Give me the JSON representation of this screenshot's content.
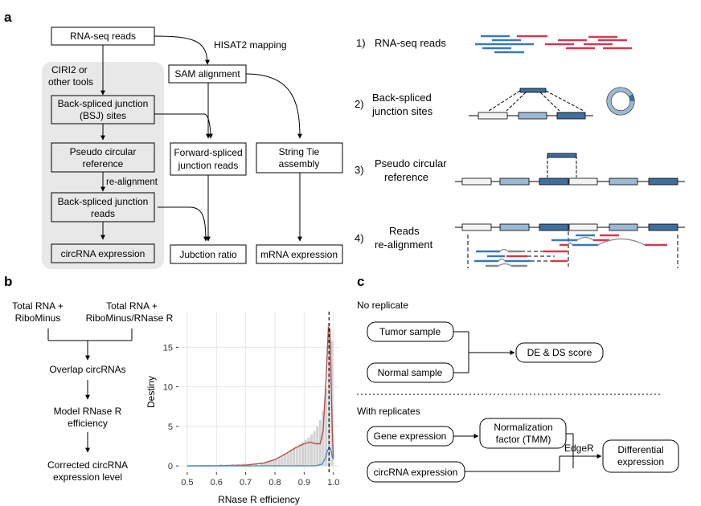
{
  "panel_a": {
    "label": "a",
    "flow": {
      "rnaseq_reads": "RNA-seq reads",
      "hisat2_mapping": "HISAT2 mapping",
      "ciri2_line1": "CIRI2 or",
      "ciri2_line2": "other tools",
      "sam_alignment": "SAM alignment",
      "bsj_line1": "Back-spliced junction",
      "bsj_line2": "(BSJ) sites",
      "pseudo_line1": "Pseudo circular",
      "pseudo_line2": "reference",
      "forward_line1": "Forward-spliced",
      "forward_line2": "junction reads",
      "stringtie_line1": "String Tie",
      "stringtie_line2": "assembly",
      "realignment": "re-alignment",
      "bsj_reads_line1": "Back-spliced junction",
      "bsj_reads_line2": "reads",
      "circrna_expression": "circRNA expression",
      "junction_ratio": "Jubction ratio",
      "mrna_expression": "mRNA expression"
    },
    "steps": {
      "s1_num": "1)",
      "s1_label": "RNA-seq reads",
      "s2_num": "2)",
      "s2_label1": "Back-spliced",
      "s2_label2": "junction sites",
      "s3_num": "3)",
      "s3_label1": "Pseudo circular",
      "s3_label2": "reference",
      "s4_num": "4)",
      "s4_label1": "Reads",
      "s4_label2": "re-alignment"
    },
    "colors": {
      "blue": "#3a78b8",
      "red": "#d03a55",
      "exon_light": "#f2f2f2",
      "exon_mid": "#9bb9d3",
      "exon_dark": "#3f6f9c",
      "grey_box": "#e8e8e8"
    }
  },
  "panel_b": {
    "label": "b",
    "flow": {
      "total1_line1": "Total RNA +",
      "total1_line2": "RiboMinus",
      "total2_line1": "Total RNA +",
      "total2_line2": "RiboMinus/RNase R",
      "overlap": "Overlap circRNAs",
      "model_line1": "Model RNase R",
      "model_line2": "efficiency",
      "corrected_line1": "Corrected circRNA",
      "corrected_line2": "expression level"
    }
  },
  "chart_data": {
    "type": "bar",
    "xlabel": "RNase R efficiency",
    "ylabel": "Destiny",
    "xlim": [
      0.47,
      1.02
    ],
    "ylim": [
      -0.8,
      19.5
    ],
    "xticks": [
      "0.5",
      "0.6",
      "0.7",
      "0.8",
      "0.9",
      "1.0"
    ],
    "yticks": [
      "0",
      "5",
      "10",
      "15"
    ],
    "grid": true,
    "bins": {
      "x": [
        0.555,
        0.575,
        0.595,
        0.615,
        0.635,
        0.655,
        0.675,
        0.695,
        0.715,
        0.735,
        0.755,
        0.765,
        0.775,
        0.785,
        0.795,
        0.805,
        0.815,
        0.825,
        0.835,
        0.845,
        0.855,
        0.865,
        0.875,
        0.885,
        0.895,
        0.905,
        0.915,
        0.925,
        0.935,
        0.945,
        0.955,
        0.965,
        0.975,
        0.985,
        0.995
      ],
      "values": [
        0.1,
        0.15,
        0.1,
        0.2,
        0.15,
        0.25,
        0.2,
        0.3,
        0.25,
        0.35,
        0.4,
        0.45,
        0.5,
        0.6,
        0.7,
        0.8,
        1.0,
        1.2,
        1.4,
        1.6,
        1.9,
        2.2,
        2.4,
        2.8,
        3.0,
        3.3,
        3.6,
        4.0,
        4.4,
        5.0,
        5.8,
        7.0,
        9.8,
        18.0,
        15.8
      ]
    },
    "series": [
      {
        "name": "",
        "color": "#b05050",
        "x": [
          0.5,
          0.6,
          0.7,
          0.76,
          0.8,
          0.84,
          0.87,
          0.9,
          0.92,
          0.94,
          0.955,
          0.965,
          0.975,
          0.983,
          0.988,
          0.992,
          0.996,
          1.0
        ],
        "y": [
          0.0,
          0.02,
          0.1,
          0.35,
          0.8,
          1.6,
          2.3,
          2.8,
          3.0,
          2.8,
          2.8,
          4.5,
          11.0,
          17.5,
          17.3,
          11.0,
          4.5,
          1.0
        ]
      },
      {
        "name": "",
        "color": "#4a8fcf",
        "x": [
          0.5,
          0.94,
          0.96,
          0.972,
          0.98,
          0.986,
          0.99,
          0.996,
          1.0
        ],
        "y": [
          0.0,
          0.02,
          0.2,
          0.9,
          2.0,
          2.3,
          2.2,
          1.2,
          0.8
        ]
      }
    ],
    "vline_x": 0.985
  },
  "panel_c": {
    "label": "c",
    "no_replicate": "No replicate",
    "tumor_sample": "Tumor sample",
    "normal_sample": "Normal sample",
    "de_ds_score": "DE & DS score",
    "with_replicates": "With replicates",
    "gene_expression": "Gene expression",
    "norm_line1": "Normalization",
    "norm_line2": "factor (TMM)",
    "edger": "EdgeR",
    "diff_line1": "Differential",
    "diff_line2": "expression",
    "circrna_expression": "circRNA expression"
  }
}
